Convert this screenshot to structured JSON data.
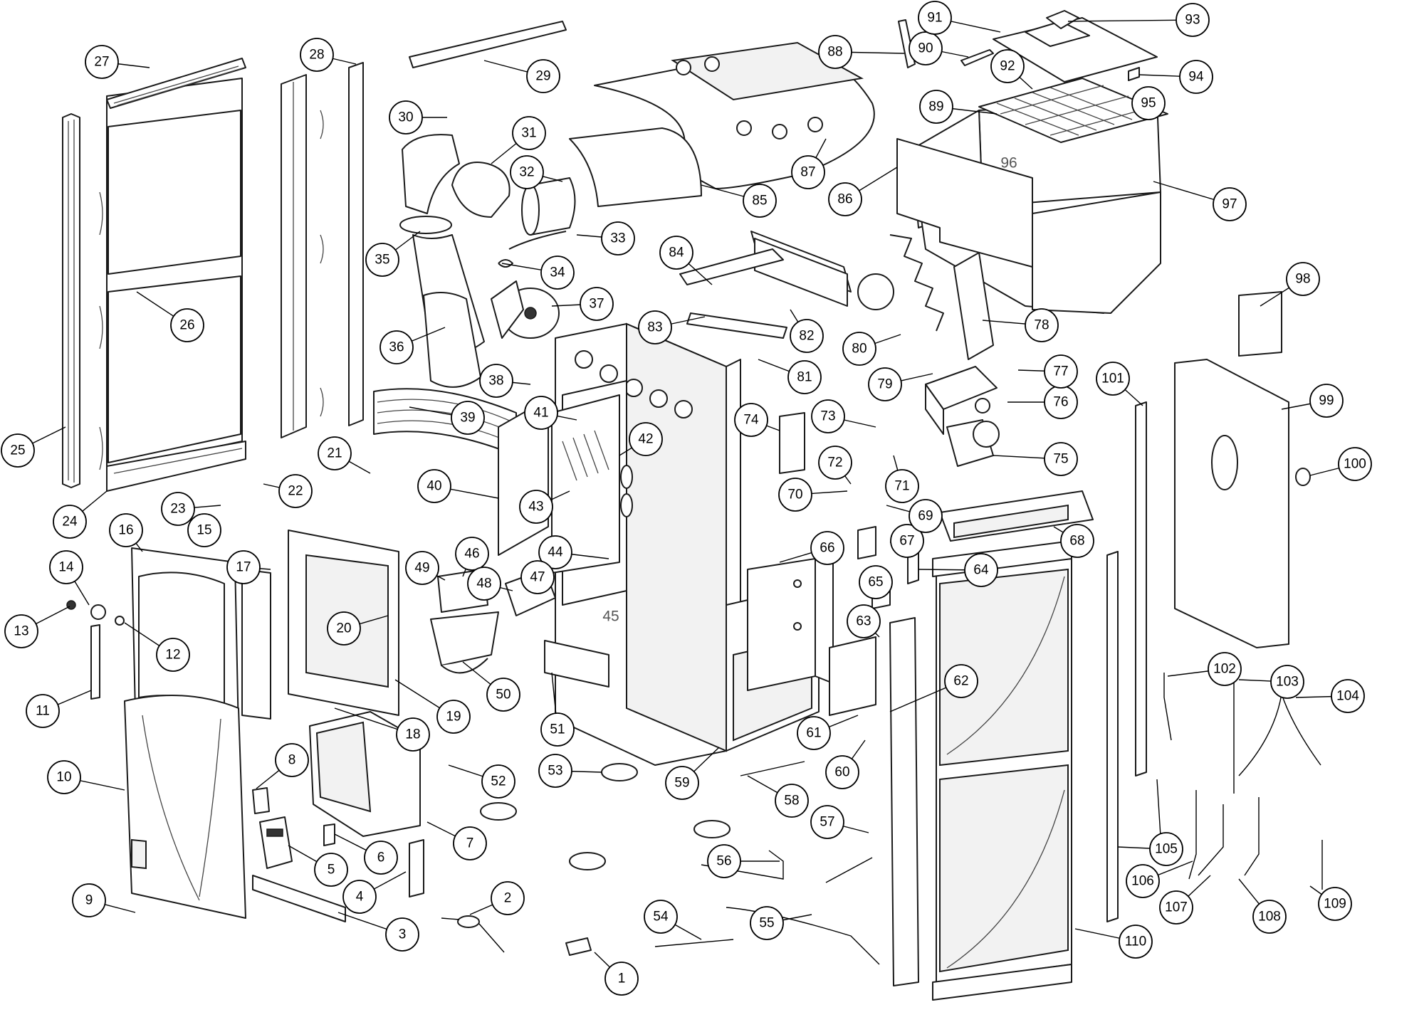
{
  "callouts": [
    "1",
    "2",
    "3",
    "4",
    "5",
    "6",
    "7",
    "8",
    "9",
    "10",
    "11",
    "12",
    "13",
    "14",
    "15",
    "16",
    "17",
    "18",
    "19",
    "20",
    "21",
    "22",
    "23",
    "24",
    "25",
    "26",
    "27",
    "28",
    "29",
    "30",
    "31",
    "32",
    "33",
    "34",
    "35",
    "36",
    "37",
    "38",
    "39",
    "40",
    "41",
    "42",
    "43",
    "44",
    "46",
    "47",
    "48",
    "49",
    "50",
    "51",
    "52",
    "53",
    "54",
    "55",
    "56",
    "57",
    "58",
    "59",
    "60",
    "61",
    "62",
    "63",
    "64",
    "65",
    "66",
    "67",
    "68",
    "69",
    "70",
    "71",
    "72",
    "73",
    "74",
    "75",
    "76",
    "77",
    "78",
    "79",
    "80",
    "81",
    "82",
    "83",
    "84",
    "85",
    "86",
    "87",
    "88",
    "89",
    "90",
    "91",
    "92",
    "93",
    "94",
    "95",
    "97",
    "98",
    "99",
    "100",
    "101",
    "102",
    "103",
    "104",
    "105",
    "106",
    "107",
    "108",
    "109",
    "110"
  ],
  "plain_labels": [
    "45",
    "96"
  ]
}
